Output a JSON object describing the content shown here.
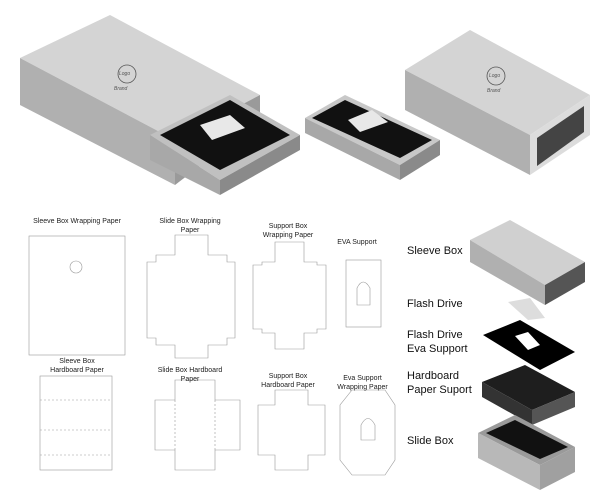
{
  "logo": {
    "mark": "Logo",
    "brand": "Brand"
  },
  "dielines": {
    "sleeve_wrapping": "Sleeve Box Wrapping Paper",
    "slide_wrapping": "Slide Box Wrapping Paper",
    "support_wrapping": "Support Box Wrapping Paper",
    "eva_support": "EVA Support",
    "sleeve_hardboard": "Sleeve Box Hardboard Paper",
    "slide_hardboard": "Slide Box Hardboard Paper",
    "support_hardboard": "Support Box Hardboard Paper",
    "eva_wrapping": "Eva Support Wrapping Paper"
  },
  "exploded": {
    "sleeve_box": "Sleeve Box",
    "flash_drive": "Flash Drive",
    "eva_support": "Flash Drive Eva Support",
    "hardboard_support": "Hardboard Paper Suport",
    "slide_box": "Slide Box"
  },
  "colors": {
    "box_light": "#c9c9c9",
    "box_dark": "#8d8d8d",
    "insert": "#111111"
  }
}
